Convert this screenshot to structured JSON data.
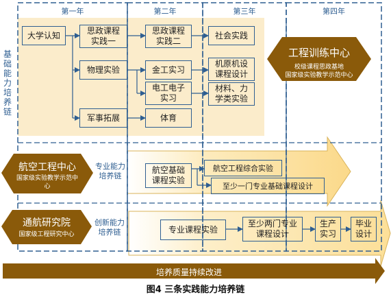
{
  "years": [
    "第一年",
    "第二年",
    "第三年",
    "第四年"
  ],
  "chains": {
    "basic": "基础能力培养链",
    "professional": "专业能力培养链",
    "innovative": "创新能力培养链"
  },
  "basic_boxes": {
    "university_awareness": "大学认知",
    "ideology_1": "思政课程\n实践一",
    "physics_experiment": "物理实验",
    "military": "军事拓展",
    "ideology_2": "思政课程\n实践二",
    "metalwork": "金工实习",
    "electrical": "电工电子\n实习",
    "pe": "体育",
    "social_practice": "社会实践",
    "mechanism_design": "机原机设\n课程设计",
    "materials_mechanics": "材料、力\n学类实验"
  },
  "centers": {
    "engineering_training": {
      "title": "工程训练中心",
      "subtitle": "校级课程思政基地\n国家级实验教学示范中心"
    },
    "aviation_engineering": {
      "title": "航空工程中心",
      "subtitle": "国家级实验教学示范中\n心"
    },
    "general_aviation": {
      "title": "通航研究院",
      "subtitle": "国家级工程研究中心"
    }
  },
  "professional_boxes": {
    "aviation_basic": "航空基础\n课程实验",
    "aviation_comprehensive": "航空工程综合实验",
    "professional_design": "至少一门专业基础课程设计"
  },
  "innovative_boxes": {
    "course_experiment": "专业课程实验",
    "two_course_design": "至少两门专业\n课程设计",
    "production_internship": "生产\n实习",
    "graduation_design": "毕业\n设计"
  },
  "quality_banner": "培养质量持续改进",
  "caption": "图4  三条实践能力培养链",
  "colors": {
    "blue": "#2e5e91",
    "hex_fill": "#8a5a0a",
    "basic_bg": "#fbeccb",
    "arrow_fill": "#fde8b6",
    "banner_fill": "#8a5a0a"
  }
}
